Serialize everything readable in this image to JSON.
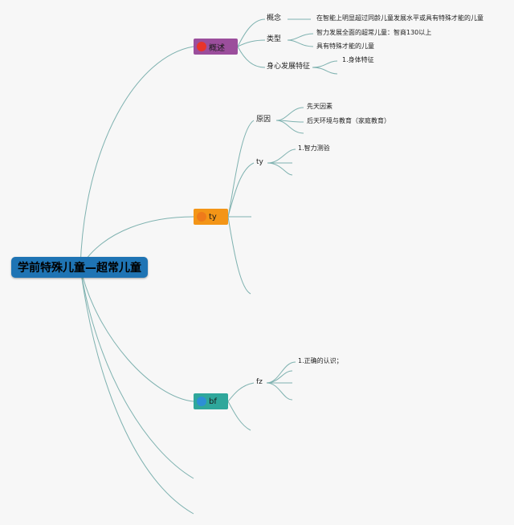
{
  "root": {
    "label": "学前特殊儿童—超常儿童"
  },
  "topics": {
    "overview": {
      "label": "概述",
      "color": "#9b4e9c",
      "marker_color": "#e8342a"
    },
    "ty": {
      "label": "ty",
      "color": "#f39517",
      "marker_color": "#ef7a1a"
    },
    "bf": {
      "label": "bf",
      "color": "#2fa79b",
      "marker_color": "#2c8fd6"
    }
  },
  "overview_branches": {
    "concept": {
      "label": "概念",
      "detail": "在智能上明显超过同龄儿童发展水平或具有特殊才能的儿童"
    },
    "type": {
      "label": "类型",
      "items": [
        "智力发展全面的超常儿童：智商130以上",
        "具有特殊才能的儿童"
      ]
    },
    "development": {
      "label": "身心发展特征",
      "items": [
        "1.身体特征"
      ]
    }
  },
  "ty_branches": {
    "cause": {
      "label": "原因",
      "items": [
        "先天因素",
        "后天环境与教育（家庭教育）"
      ]
    },
    "ty": {
      "label": "ty",
      "items": [
        "1.智力测验"
      ]
    }
  },
  "bf_branches": {
    "fz": {
      "label": "fz",
      "items": [
        "1.正确的认识；"
      ]
    }
  },
  "line_color": "#7fb2b0"
}
